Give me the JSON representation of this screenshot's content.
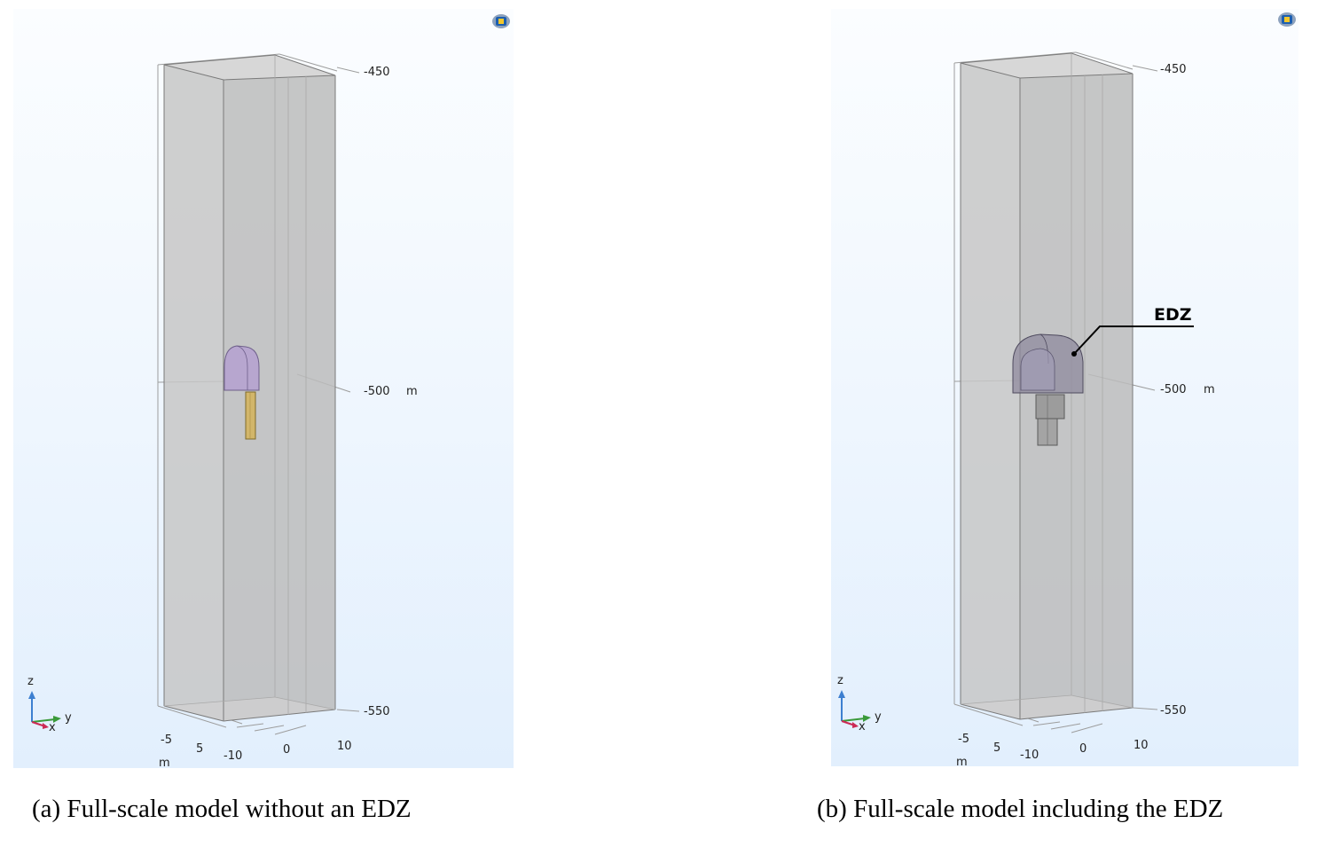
{
  "panels": [
    {
      "id": "a",
      "z_ticks": [
        "-450",
        "-500",
        "-550"
      ],
      "z_unit": "m",
      "y_ticks": [
        "-10",
        "0",
        "10"
      ],
      "x_ticks": [
        "-5",
        "5"
      ],
      "x_unit": "m",
      "triad": {
        "z": "z",
        "y": "y",
        "x": "x"
      },
      "caption": "(a) Full-scale model without an EDZ"
    },
    {
      "id": "b",
      "z_ticks": [
        "-450",
        "-500",
        "-550"
      ],
      "z_unit": "m",
      "y_ticks": [
        "-10",
        "0",
        "10"
      ],
      "x_ticks": [
        "-5",
        "5"
      ],
      "x_unit": "m",
      "triad": {
        "z": "z",
        "y": "y",
        "x": "x"
      },
      "callout": "EDZ",
      "caption": "(b) Full-scale model including the EDZ"
    }
  ],
  "colors": {
    "block_fill": "#c2c2c2",
    "tunnel_a": "#b7a6cf",
    "deposition_hole_a": "#d2b66a",
    "tunnel_b": "#8f8a9e",
    "triad_z": "#3d7fd0",
    "triad_y": "#3a9a3a",
    "triad_x": "#cc2a55"
  }
}
